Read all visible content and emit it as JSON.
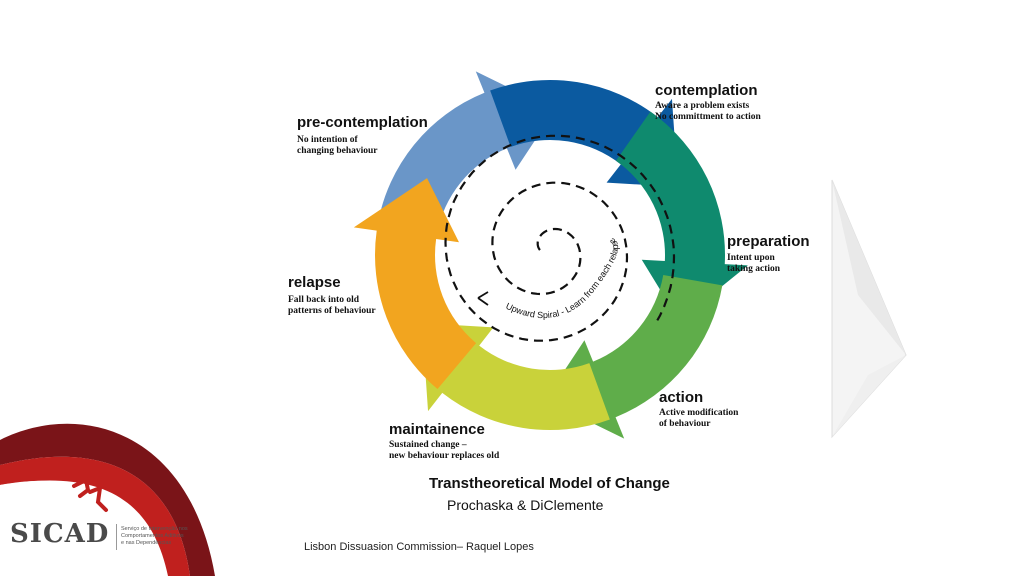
{
  "stages": [
    {
      "key": "pre-contemplation",
      "title": "pre-contemplation",
      "desc": [
        "No intention of",
        "changing behaviour"
      ],
      "color": "#6a96c8"
    },
    {
      "key": "contemplation",
      "title": "contemplation",
      "desc": [
        "Aware a problem exists",
        "No committment to action"
      ],
      "color": "#0b5aa0"
    },
    {
      "key": "preparation",
      "title": "preparation",
      "desc": [
        "Intent upon",
        "taking action"
      ],
      "color": "#0f8a6e"
    },
    {
      "key": "action",
      "title": "action",
      "desc": [
        "Active modification",
        "of behaviour"
      ],
      "color": "#5fad4a"
    },
    {
      "key": "maintainence",
      "title": "maintainence",
      "desc": [
        "Sustained change –",
        "new behaviour replaces old"
      ],
      "color": "#c9d23a"
    },
    {
      "key": "relapse",
      "title": "relapse",
      "desc": [
        "Fall back into old",
        "patterns of behaviour"
      ],
      "color": "#f2a51f"
    }
  ],
  "spiral_label": "Upward Spiral - Learn from each relapse",
  "model": {
    "title": "Transtheoretical Model of Change",
    "subtitle": "Prochaska & DiClemente"
  },
  "footer": "Lisbon Dissuasion Commission– Raquel Lopes",
  "logo": {
    "name": "SICAD",
    "subtitle": [
      "Serviço de Intervenção nos",
      "Comportamentos Aditivos",
      "e nas Dependências"
    ],
    "accent": "#c0201e",
    "dark": "#6b0f12"
  }
}
